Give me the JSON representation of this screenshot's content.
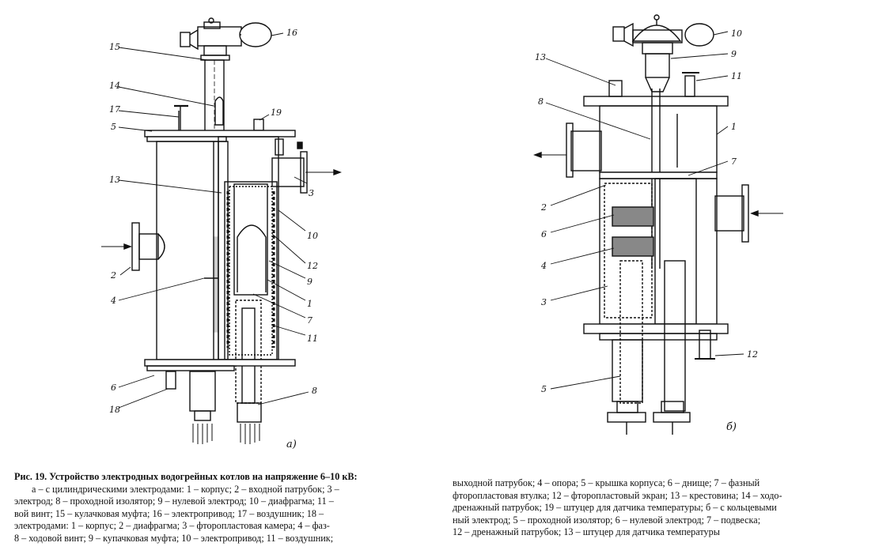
{
  "figure": {
    "a": {
      "sublabel": "а)",
      "labels": [
        "15",
        "16",
        "14",
        "17",
        "19",
        "5",
        "13",
        "3",
        "10",
        "12",
        "9",
        "1",
        "7",
        "11",
        "8",
        "2",
        "4",
        "6",
        "18"
      ]
    },
    "b": {
      "sublabel": "б)",
      "labels": [
        "13",
        "10",
        "9",
        "11",
        "8",
        "1",
        "7",
        "2",
        "6",
        "4",
        "3",
        "5",
        "12"
      ]
    }
  },
  "caption": {
    "heading": "Рис. 19. Устройство электродных водогрейных котлов на напряжение 6–10 кВ:",
    "left_lines": [
      "а – с цилиндрическими электродами: 1 – корпус; 2 – входной патрубок; 3 –",
      "электрод; 8 – проходной изолятор; 9 – нулевой электрод; 10 – диафрагма; 11 –",
      "вой винт; 15 – кулачковая муфта; 16 – электропривод; 17 – воздушник; 18 –",
      "электродами: 1 – корпус; 2 – диафрагма; 3 – фторопластовая камера; 4 – фаз-",
      "8 – ходовой винт; 9 – купачковая муфта; 10 – электропривод; 11 – воздушник;"
    ],
    "right_lines": [
      "выходной патрубок; 4 – опора; 5 – крышка корпуса; 6 – днище; 7 – фазный",
      "фторопластовая втулка; 12 – фторопластовый экран; 13 – крестовина; 14 – ходо-",
      "дренажный патрубок; 19 – штуцер для датчика температуры; б – с кольцевыми",
      "ный электрод; 5 – проходной изолятор; 6 – нулевой электрод; 7 – подвеска;",
      "12 – дренажный патрубок; 13 – штуцер для датчика температуры"
    ]
  }
}
